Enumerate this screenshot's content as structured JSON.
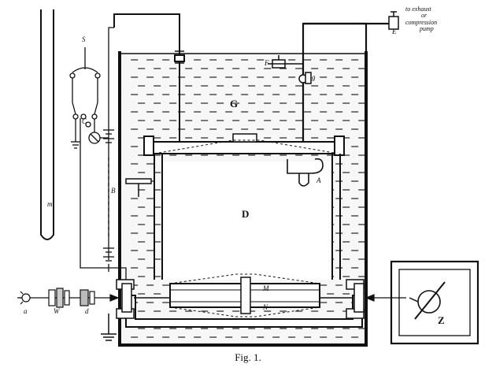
{
  "caption": "Fig. 1.",
  "labels": {
    "G": "G",
    "D": "D",
    "S": "S",
    "C": "C",
    "B": "B",
    "m": "m",
    "A": "A",
    "F": "F",
    "g": "g",
    "E": "E",
    "M": "M",
    "N": "N",
    "Z": "Z",
    "a": "a",
    "W": "W",
    "d": "d"
  },
  "note_lines": [
    "to exhaust",
    "or",
    "compression",
    "pump"
  ]
}
